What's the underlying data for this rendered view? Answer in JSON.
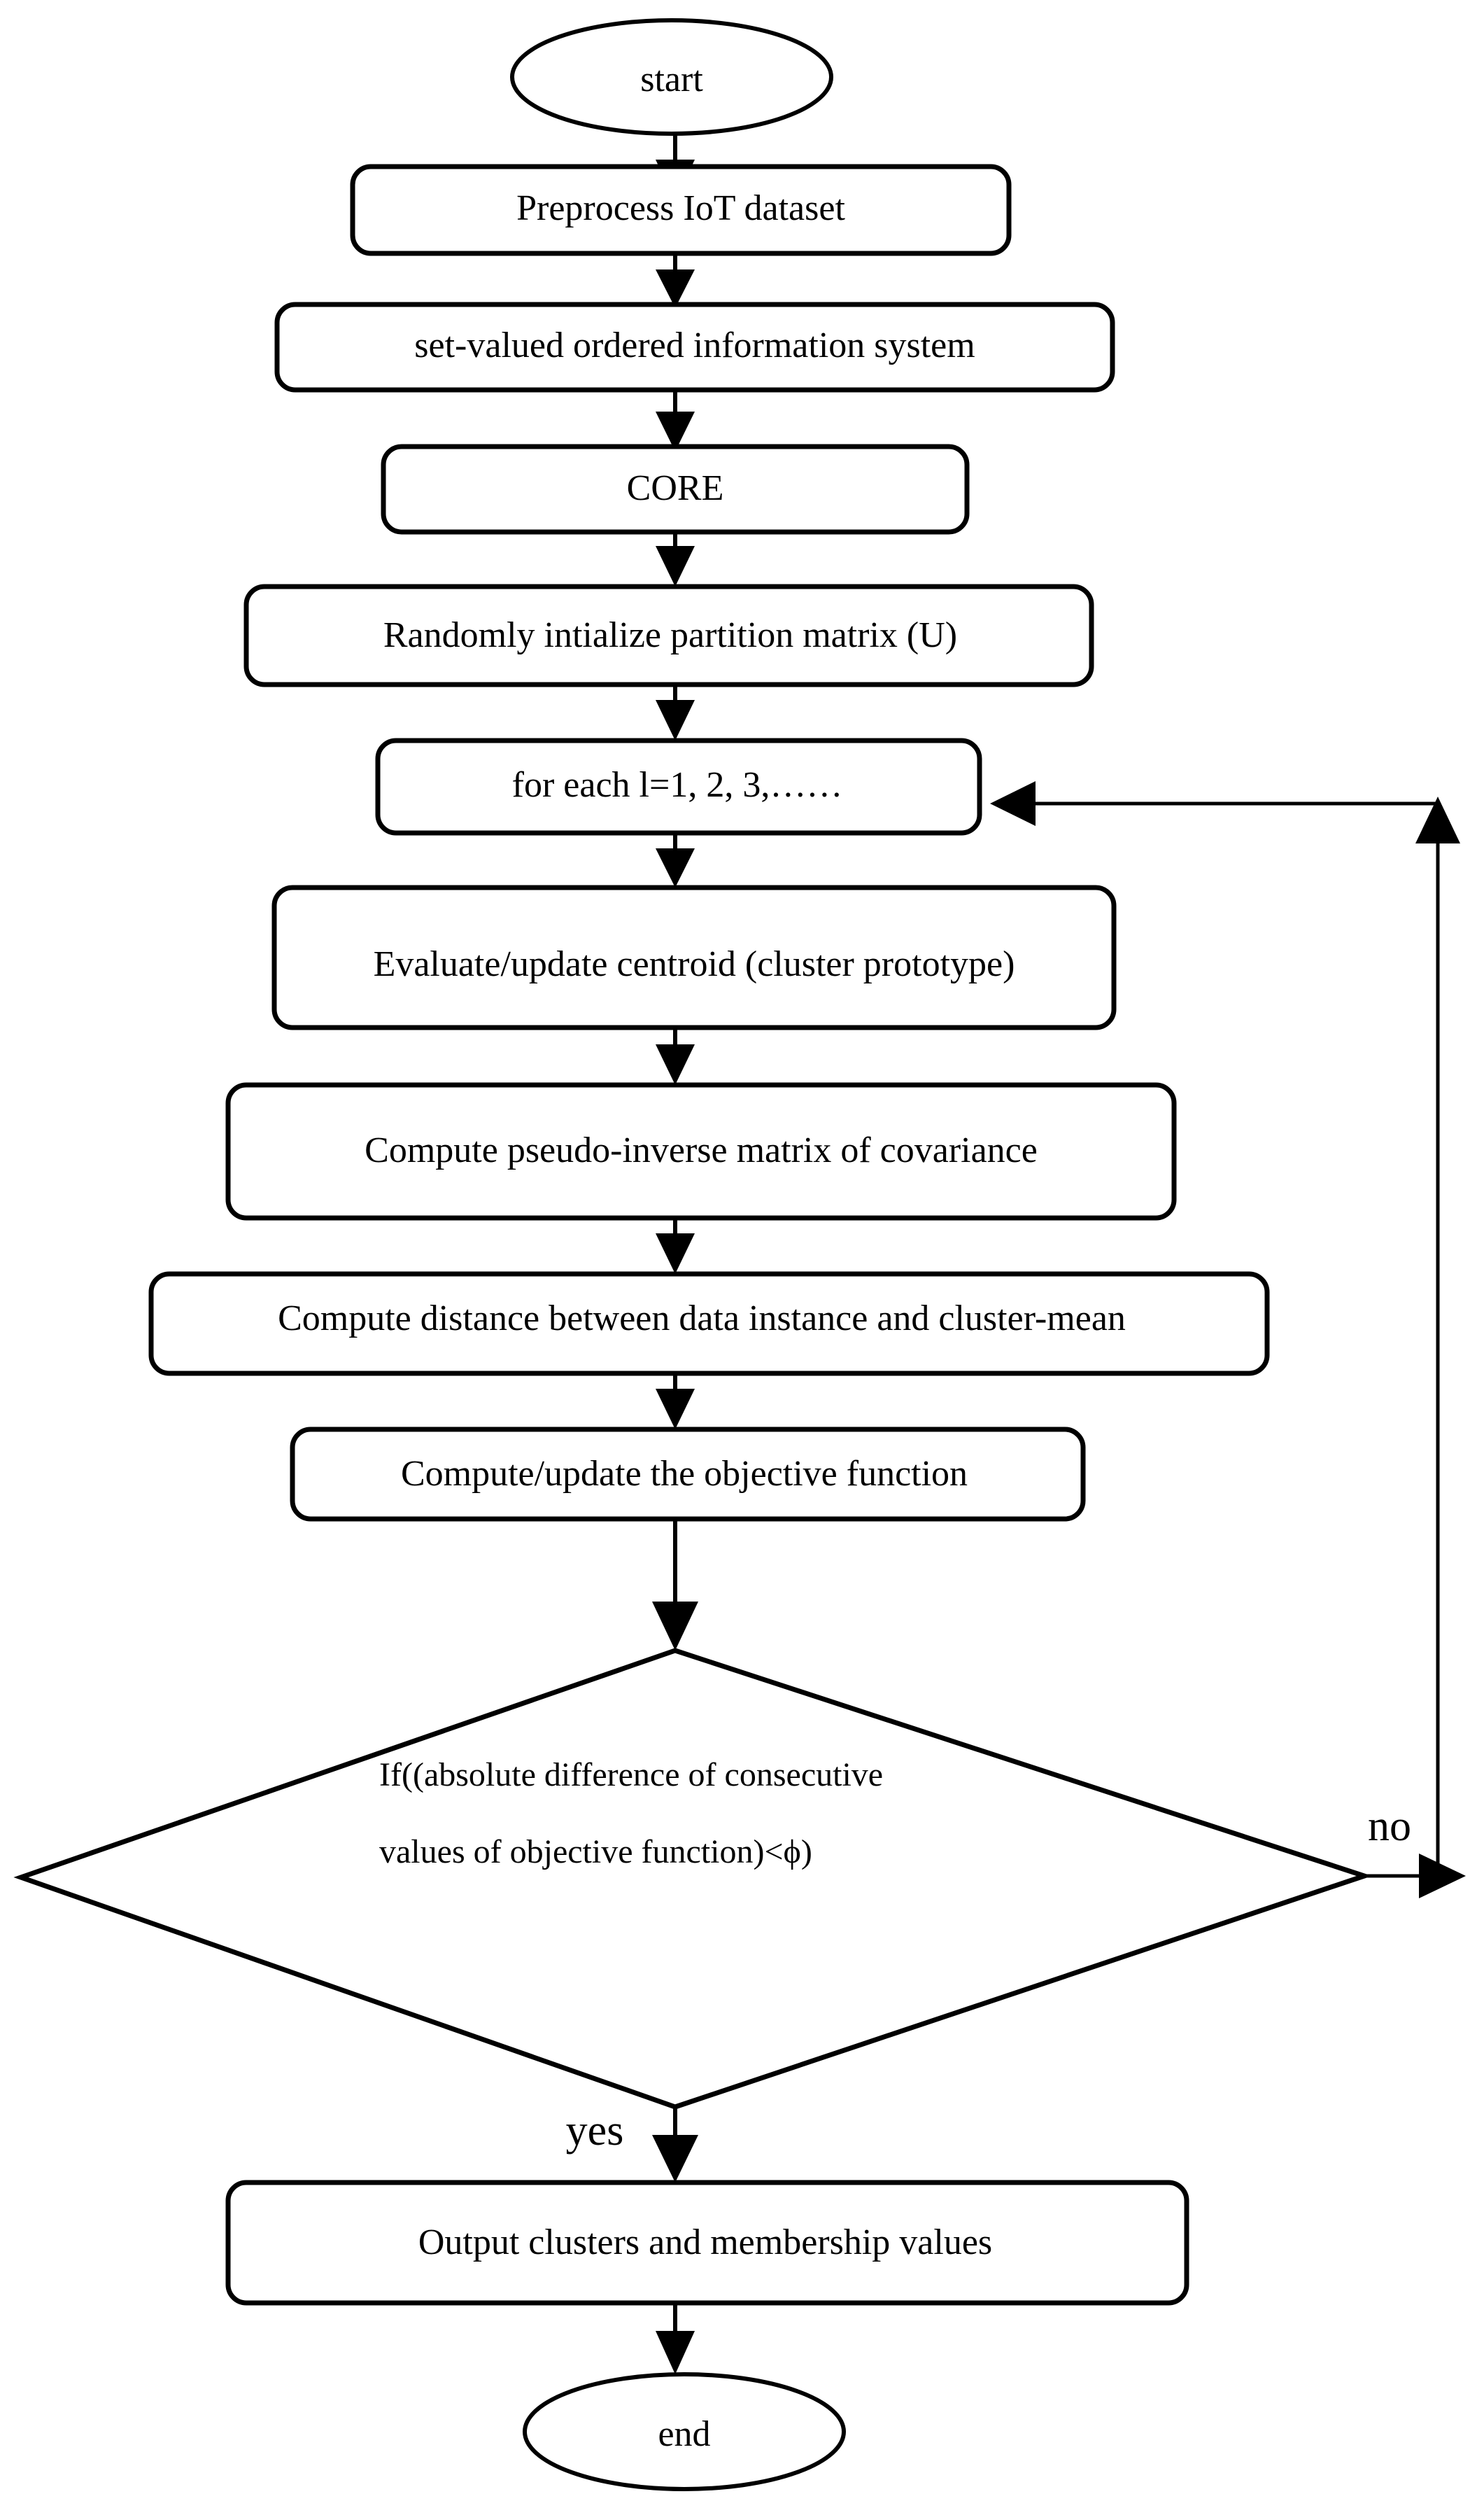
{
  "diagram": {
    "title": "Clustering algorithm flowchart",
    "background_color": "#ffffff",
    "line_color": "#000000",
    "text_color": "#000000"
  },
  "nodes": {
    "start": {
      "label": "start",
      "shape": "ellipse"
    },
    "preprocess": {
      "label": "Preprocess IoT dataset",
      "shape": "process"
    },
    "svois": {
      "label": "set-valued ordered information system",
      "shape": "process"
    },
    "core": {
      "label": "CORE",
      "shape": "process"
    },
    "init_u": {
      "label": "Randomly intialize partition matrix (U)",
      "shape": "process"
    },
    "for_each": {
      "label": "for each l=1, 2, 3,……",
      "shape": "process"
    },
    "centroid": {
      "label": "Evaluate/update centroid (cluster prototype)",
      "shape": "process"
    },
    "pseudo_inverse": {
      "label": "Compute pseudo-inverse matrix of covariance",
      "shape": "process"
    },
    "distance": {
      "label": "Compute distance between data instance and cluster-mean",
      "shape": "process"
    },
    "objective": {
      "label": "Compute/update the objective function",
      "shape": "process"
    },
    "decision": {
      "shape": "diamond",
      "line1": "If((absolute  difference  of  consecutive",
      "line2": "values of objective function)<ϕ)"
    },
    "output": {
      "label": "Output clusters and membership values",
      "shape": "process"
    },
    "end": {
      "label": "end",
      "shape": "ellipse"
    }
  },
  "edges": {
    "decision_no": {
      "label": "no"
    },
    "decision_yes": {
      "label": "yes"
    }
  }
}
